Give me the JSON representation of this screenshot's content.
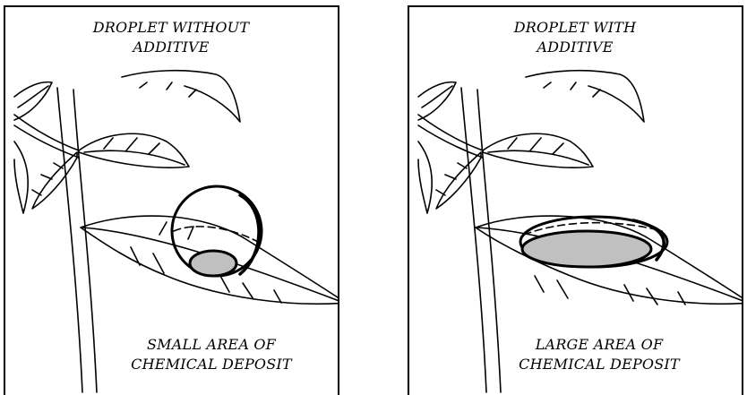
{
  "panels": [
    {
      "title_line1": "DROPLET WITHOUT",
      "title_line2": "ADDITIVE",
      "caption_line1": "SMALL AREA OF",
      "caption_line2": "CHEMICAL DEPOSIT"
    },
    {
      "title_line1": "DROPLET WITH",
      "title_line2": "ADDITIVE",
      "caption_line1": "LARGE AREA OF",
      "caption_line2": "CHEMICAL DEPOSIT"
    }
  ],
  "colors": {
    "line": "#000000",
    "deposit_fill": "#c0c0c0",
    "background": "#ffffff"
  }
}
